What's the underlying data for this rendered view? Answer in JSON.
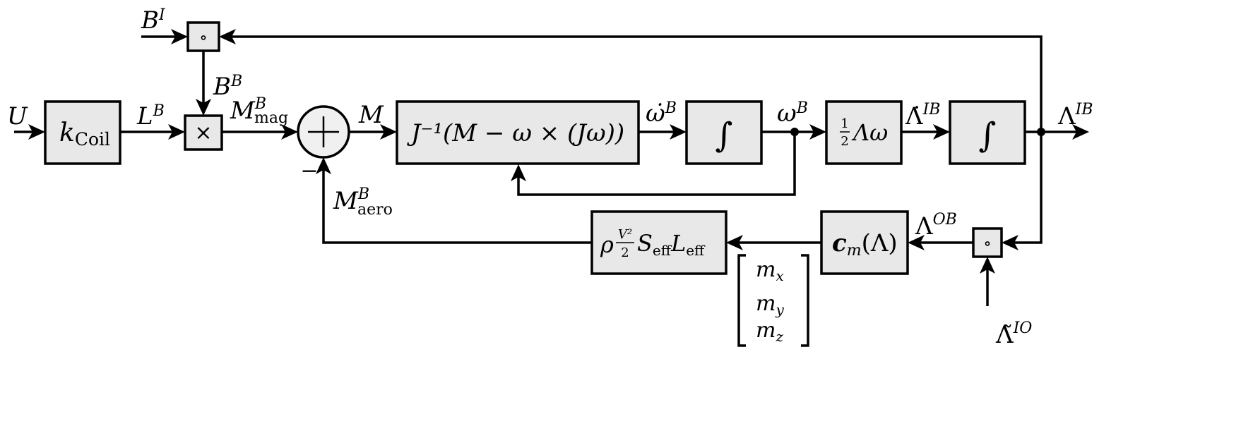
{
  "diagram": {
    "type": "block-diagram",
    "description": "Attitude dynamics block diagram with magnetic coil torque and aerodynamic moment feedback",
    "blocks": {
      "k_coil": {
        "base": "k",
        "sub": "Coil"
      },
      "multiply": {
        "symbol": "×"
      },
      "compose_top": {
        "symbol": "∘"
      },
      "sum": {
        "symbol": "+",
        "minus_sign": "−"
      },
      "dynamics": {
        "text": "J⁻¹(M − ω × (Jω))"
      },
      "integrator_1": {
        "symbol": "∫"
      },
      "kinematics": {
        "num": "1",
        "den": "2",
        "text": "Λω"
      },
      "integrator_2": {
        "symbol": "∫"
      },
      "compose_bottom": {
        "symbol": "∘"
      },
      "aero_coeff": {
        "base": "c",
        "sub": "m",
        "arg": "(Λ)"
      },
      "aero_moment": {
        "rho": "ρ",
        "num": "V²",
        "den": "2",
        "s": "S",
        "s_sub": "eff",
        "l": "L",
        "l_sub": "eff"
      }
    },
    "signals": {
      "u": "U",
      "b_inertial": {
        "base": "B",
        "sup": "I"
      },
      "l_body": {
        "base": "L",
        "sup": "B"
      },
      "b_body": {
        "base": "B",
        "sup": "B"
      },
      "m_mag": {
        "base": "M",
        "sup": "B",
        "sub": "mag"
      },
      "m": "M",
      "omega_dot": {
        "base": "ω̇",
        "sup": "B"
      },
      "omega": {
        "base": "ω",
        "sup": "B"
      },
      "lambda_dot": {
        "base": "Λ̇",
        "sup": "IB"
      },
      "lambda": {
        "base": "Λ",
        "sup": "IB"
      },
      "lambda_ob": {
        "base": "Λ",
        "sup": "OB"
      },
      "lambda_io": {
        "base": "Λ̃",
        "sup": "IO"
      },
      "m_aero": {
        "base": "M",
        "sup": "B",
        "sub": "aero"
      }
    },
    "vector": {
      "entries": [
        {
          "base": "m",
          "sub": "x"
        },
        {
          "base": "m",
          "sub": "y"
        },
        {
          "base": "m",
          "sub": "z"
        }
      ]
    }
  }
}
